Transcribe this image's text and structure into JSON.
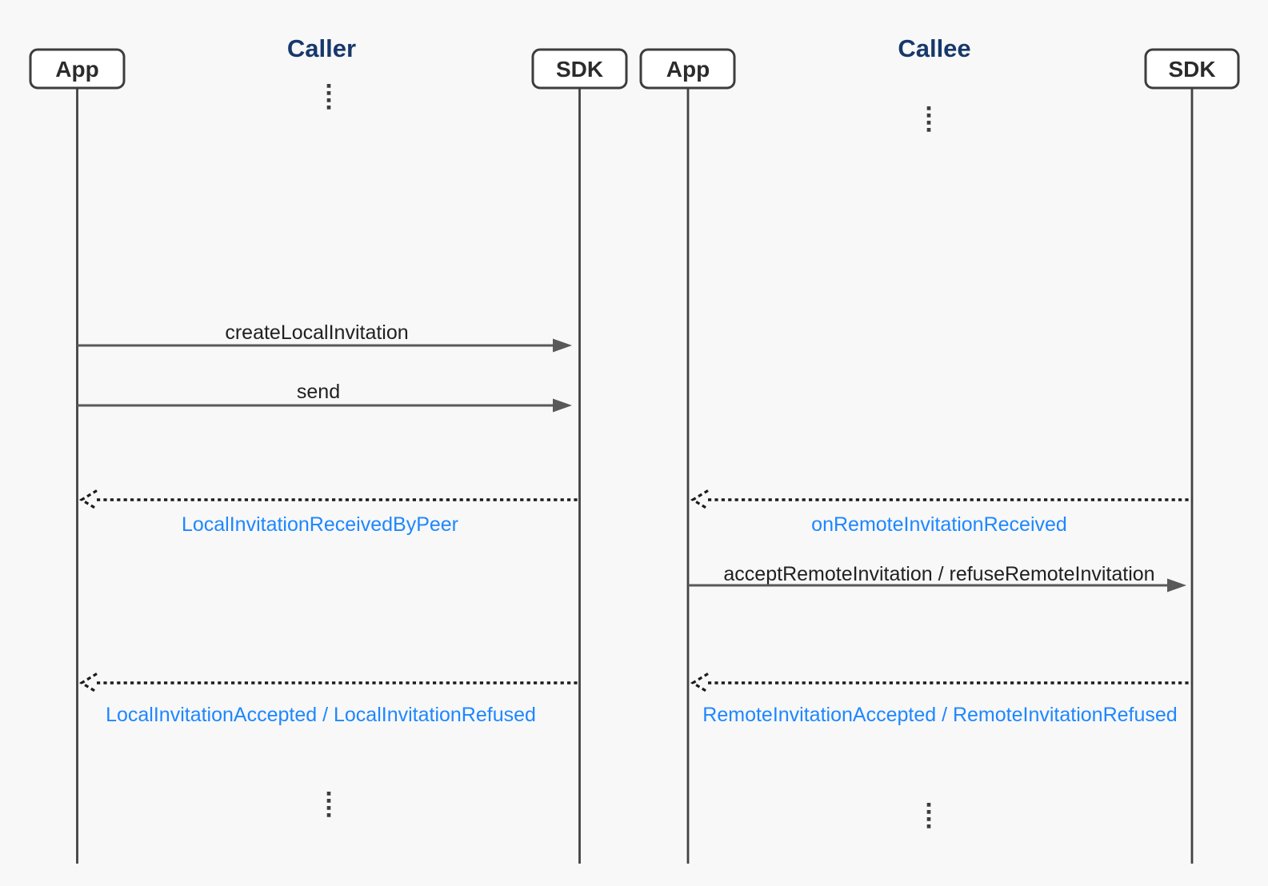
{
  "page": {
    "background": "#f8f8f8"
  },
  "colors": {
    "section_title": "#17386b",
    "callback_label": "#1e87ff",
    "message_label": "#212121",
    "actor_fill": "#ffffff",
    "actor_border": "#3d3d3d",
    "actor_text": "#2b2b2b",
    "lifeline": "#424242",
    "solid_arrow": "#595959",
    "dotted_arrow": "#1c1c1c"
  },
  "caller": {
    "title": "Caller",
    "actors": {
      "app": "App",
      "sdk": "SDK"
    },
    "messages": {
      "create_local_invitation": "createLocalInvitation",
      "send": "send",
      "local_invitation_received_by_peer": "LocalInvitationReceivedByPeer",
      "local_invitation_accepted_refused": "LocalInvitationAccepted / LocalInvitationRefused"
    }
  },
  "callee": {
    "title": "Callee",
    "actors": {
      "app": "App",
      "sdk": "SDK"
    },
    "messages": {
      "on_remote_invitation_received": "onRemoteInvitationReceived",
      "accept_refuse_remote_invitation": "acceptRemoteInvitation / refuseRemoteInvitation",
      "remote_invitation_accepted_refused": "RemoteInvitationAccepted / RemoteInvitationRefused"
    }
  }
}
